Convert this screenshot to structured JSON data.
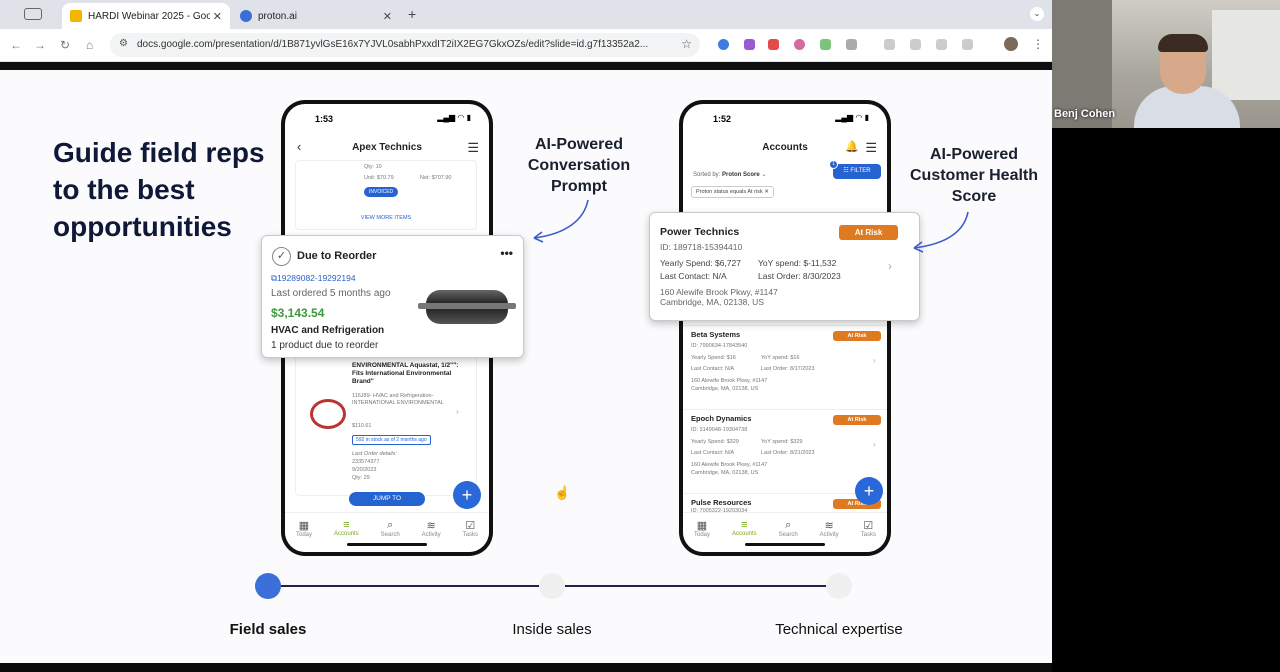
{
  "browser": {
    "tabs": [
      {
        "title": "HARDI Webinar 2025 - Googl",
        "active": true,
        "favicon_color": "#f4b400"
      },
      {
        "title": "proton.ai",
        "active": false,
        "favicon_color": "#3b6fd8"
      }
    ],
    "new_tab": "+",
    "url": "docs.google.com/presentation/d/1B871yvlGsE16x7YJVL0sabhPxxdIT2iIX2EG7GkxOZs/edit?slide=id.g7f13352a2..."
  },
  "slide": {
    "headline": "Guide field reps to the best opportunities",
    "left_phone": {
      "time": "1:53",
      "title": "Apex Technics",
      "qty": "Qty: 10",
      "unit": "Unit: $70.79",
      "net": "Net: $707.90",
      "invoiced": "INVOICED",
      "view_more": "VIEW MORE ITEMS",
      "product_title": "ENVIRONMENTAL Aquastat, 1/2\"\": Fits International Environmental Brand\"",
      "product_sku": "116J89- HVAC and Refrigeration- INTERNATIONAL ENVIRONMENTAL",
      "product_price": "$110.61",
      "stock_pill": "592 in stock as of 2 months ago",
      "last_order_label": "Last Order details:",
      "last_order_id": "233574377",
      "last_order_date": "9/20/2023",
      "last_order_qty": "Qty: 29",
      "jump": "JUMP TO",
      "tabs": [
        "Today",
        "Accounts",
        "Search",
        "Activity",
        "Tasks"
      ]
    },
    "reorder_card": {
      "title": "Due to Reorder",
      "order_id": "19289082-19292194",
      "last_ordered": "Last ordered 5 months ago",
      "amount": "$3,143.54",
      "category": "HVAC and Refrigeration",
      "products_due": "1 product due to reorder",
      "menu": "•••"
    },
    "annotation_left": "AI-Powered Conversation Prompt",
    "right_phone": {
      "time": "1:52",
      "title": "Accounts",
      "sorted_label": "Sorted by:",
      "sorted_value": "Proton Score",
      "filter_chip": "Proton status equals At risk",
      "filter": "FILTER",
      "filter_badge": "1",
      "accounts": [
        {
          "name": "Beta Systems",
          "id": "ID: 7990634-17843540",
          "yearly": "Yearly Spend: $16",
          "yoy": "YoY spend: $16",
          "contact": "Last Contact: N/A",
          "order": "Last Order: 8/17/2023",
          "addr1": "160 Alewife Brook Pkwy, #1147",
          "addr2": "Cambridge, MA, 02138, US",
          "status": "At Risk"
        },
        {
          "name": "Epoch Dynamics",
          "id": "ID: 3149048-19304738",
          "yearly": "Yearly Spend: $329",
          "yoy": "YoY spend: $329",
          "contact": "Last Contact: N/A",
          "order": "Last Order: 8/21/2023",
          "addr1": "160 Alewife Brook Pkwy, #1147",
          "addr2": "Cambridge, MA, 02138, US",
          "status": "At Risk"
        },
        {
          "name": "Pulse Resources",
          "id": "ID: 7005322-19203034",
          "status": "At Risk"
        }
      ],
      "tabs": [
        "Today",
        "Accounts",
        "Search",
        "Activity",
        "Tasks"
      ]
    },
    "health_card": {
      "name": "Power Technics",
      "id": "ID: 189718-15394410",
      "status": "At Risk",
      "yearly": "Yearly Spend: $6,727",
      "yoy": "YoY spend: $-11,532",
      "contact": "Last Contact: N/A",
      "order": "Last Order: 8/30/2023",
      "addr1": "160 Alewife Brook Pkwy, #1147",
      "addr2": "Cambridge, MA, 02138, US"
    },
    "annotation_right": "AI-Powered Customer Health Score",
    "timeline": {
      "stages": [
        "Field sales",
        "Inside sales",
        "Technical expertise"
      ],
      "active_color": "#3d6fd8"
    }
  },
  "webcam": {
    "name": "Benj Cohen"
  }
}
